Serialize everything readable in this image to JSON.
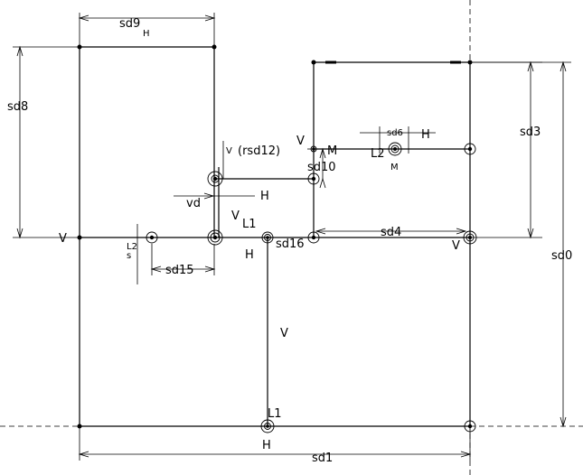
{
  "labels": {
    "sd9": "sd9",
    "sd9_sub": "H",
    "sd8": "sd8",
    "sd3": "sd3",
    "sd0": "sd0",
    "sd1": "sd1",
    "sd4": "sd4",
    "sd10": "sd10",
    "sd15": "sd15",
    "sd16": "sd16",
    "sd12": "(rsd12)",
    "sd6": "sd6",
    "v_left": "V",
    "v_right": "V",
    "v_mid": "V",
    "v_small": "V",
    "v_l1": "V",
    "l1_mid": "L1",
    "l1_bottom": "L1",
    "l2_left": "L2",
    "l2_right": "L2",
    "h_bottom": "H",
    "h_mid": "H",
    "h_right": "H",
    "h_small": "H",
    "m_top": "M",
    "m_bottom": "M",
    "vd": "vd",
    "s_left": "s"
  }
}
